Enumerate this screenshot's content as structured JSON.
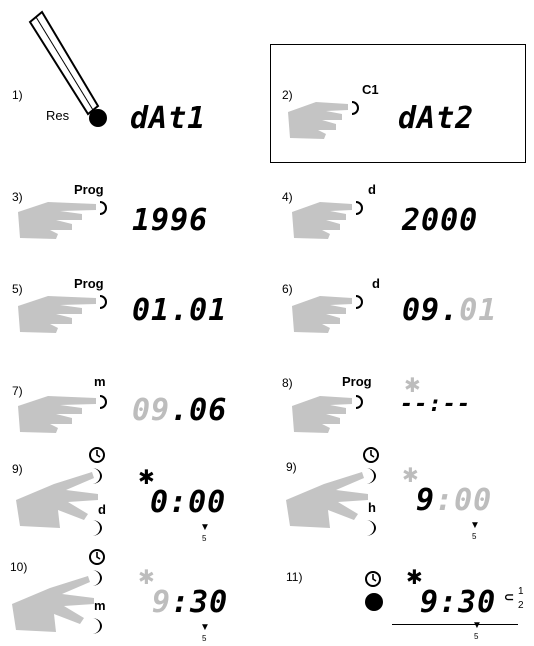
{
  "panels": {
    "p1": {
      "step": "1)",
      "label": "Res",
      "display": "dAt1"
    },
    "p2": {
      "step": "2)",
      "label": "C1",
      "display": "dAt2"
    },
    "p3": {
      "step": "3)",
      "label": "Prog",
      "display": "1996"
    },
    "p4": {
      "step": "4)",
      "label": "d",
      "display": "2000"
    },
    "p5": {
      "step": "5)",
      "label": "Prog",
      "display": "01.01"
    },
    "p6": {
      "step": "6)",
      "label": "d",
      "display_on": "09.",
      "display_dim": "01"
    },
    "p7": {
      "step": "7)",
      "label": "m",
      "display_dim": "09",
      "display_on": ".06"
    },
    "p8": {
      "step": "8)",
      "label": "Prog",
      "display": "--:--"
    },
    "p9a": {
      "step": "9)",
      "label": "d",
      "display": "0:00",
      "marker": "5"
    },
    "p9b": {
      "step": "9)",
      "label": "h",
      "display_on": "9",
      "display_dim": ":00",
      "marker": "5"
    },
    "p10": {
      "step": "10)",
      "label": "m",
      "display_dim": "9",
      "display_on": ":30",
      "marker": "5"
    },
    "p11": {
      "step": "11)",
      "display": "9:30",
      "channel_1": "1",
      "channel_2": "2",
      "marker": "5"
    }
  },
  "icons": [
    "pencil-icon",
    "pointing-hand-icon",
    "spread-hand-icon",
    "clock-icon",
    "moon-icon",
    "sun-icon",
    "full-circle-icon"
  ],
  "colors": {
    "ink": "#000000",
    "hand_gray": "#c4c4c4",
    "dim_segment": "#bdbdbd"
  }
}
